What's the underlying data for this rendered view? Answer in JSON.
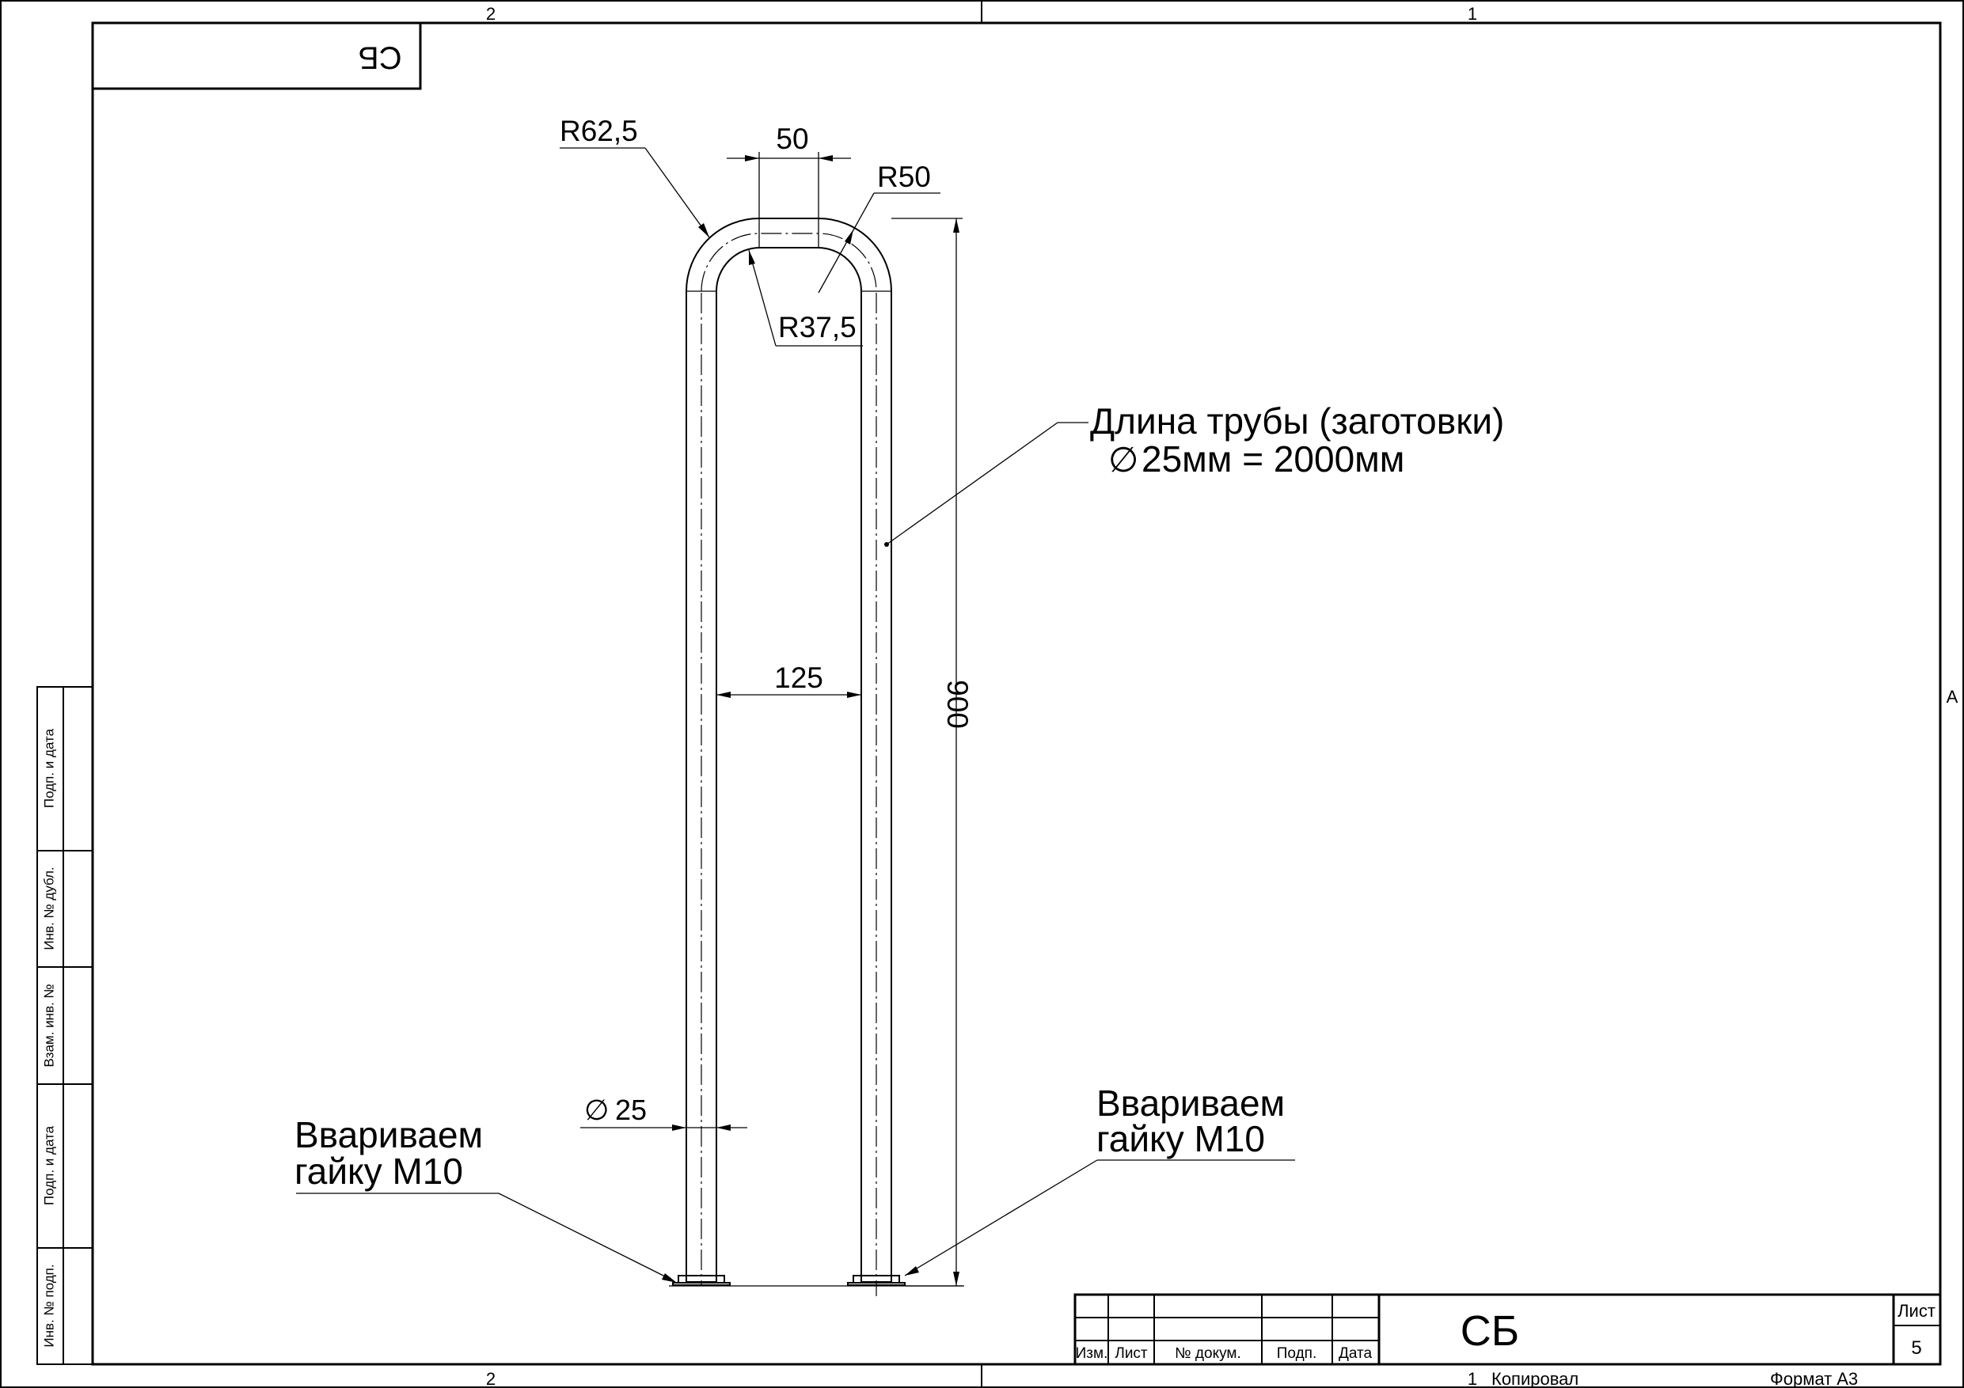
{
  "zones": {
    "top_left": "2",
    "top_right": "1",
    "bottom_left": "2",
    "bottom_right": "1",
    "right_row": "A"
  },
  "stamp_top_left": "СБ",
  "left_strip": [
    "Подп. и дата",
    "Инв. № дубл.",
    "Взам. инв. №",
    "Подп. и дата",
    "Инв. № подп."
  ],
  "dimensions": {
    "r_outer": "R62,5",
    "top_width": "50",
    "r_mid": "R50",
    "r_inner": "R37,5",
    "inner_width": "125",
    "height": "900",
    "diameter_prefix": "∅",
    "diameter": "25"
  },
  "notes": {
    "tube_length_line1": "Длина трубы (заготовки)",
    "tube_length_symbol": "∅",
    "tube_length_line2": "25мм = 2000мм",
    "weld_left_line1": "Ввариваем",
    "weld_left_line2": "гайку М10",
    "weld_right_line1": "Ввариваем",
    "weld_right_line2": "гайку М10"
  },
  "title_block": {
    "headers": [
      "Изм.",
      "Лист",
      "№ докум.",
      "Подп.",
      "Дата"
    ],
    "designation": "СБ",
    "sheet_label": "Лист",
    "sheet_number": "5"
  },
  "footer": {
    "copied_label": "Копировал",
    "format_label": "Формат А3"
  }
}
